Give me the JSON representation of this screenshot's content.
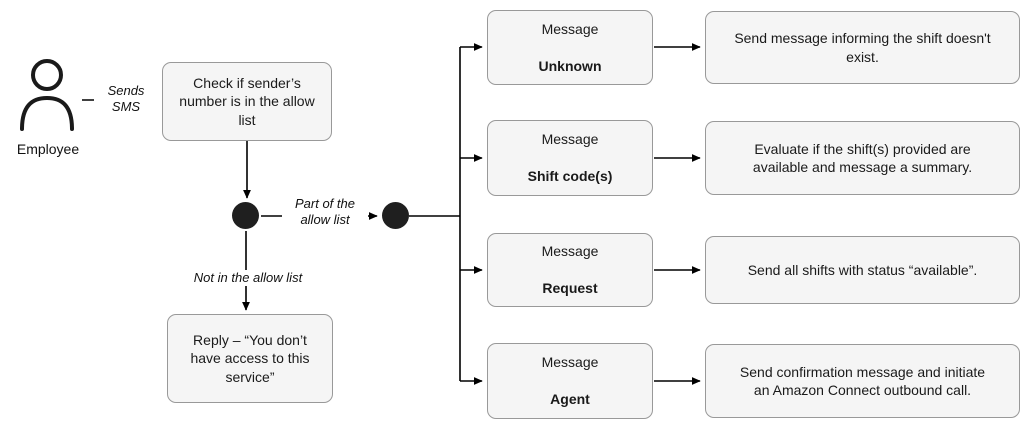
{
  "diagram": {
    "employee_label": "Employee",
    "edge_labels": {
      "sends_sms": "Sends\nSMS",
      "part_of_allow_list": "Part of the\nallow list",
      "not_in_allow_list": "Not in the allow list"
    },
    "check_node": "Check if sender’s\nnumber is in the allow\nlist",
    "reply_node": "Reply – “You don’t\nhave access to this\nservice”",
    "branches": [
      {
        "prefix": "Message",
        "keyword": "Unknown",
        "description": "Send message informing the shift doesn't\nexist."
      },
      {
        "prefix": "Message",
        "keyword": "Shift code(s)",
        "description": "Evaluate if the shift(s) provided are\navailable and message a summary."
      },
      {
        "prefix": "Message",
        "keyword": "Request",
        "description": "Send all shifts with status “available”."
      },
      {
        "prefix": "Message",
        "keyword": "Agent",
        "description": "Send confirmation message and initiate\nan Amazon Connect outbound call."
      }
    ],
    "colors": {
      "node_fill": "#f5f5f5",
      "node_border": "#999999",
      "arrow": "#000000",
      "text": "#1a1a1a"
    }
  }
}
